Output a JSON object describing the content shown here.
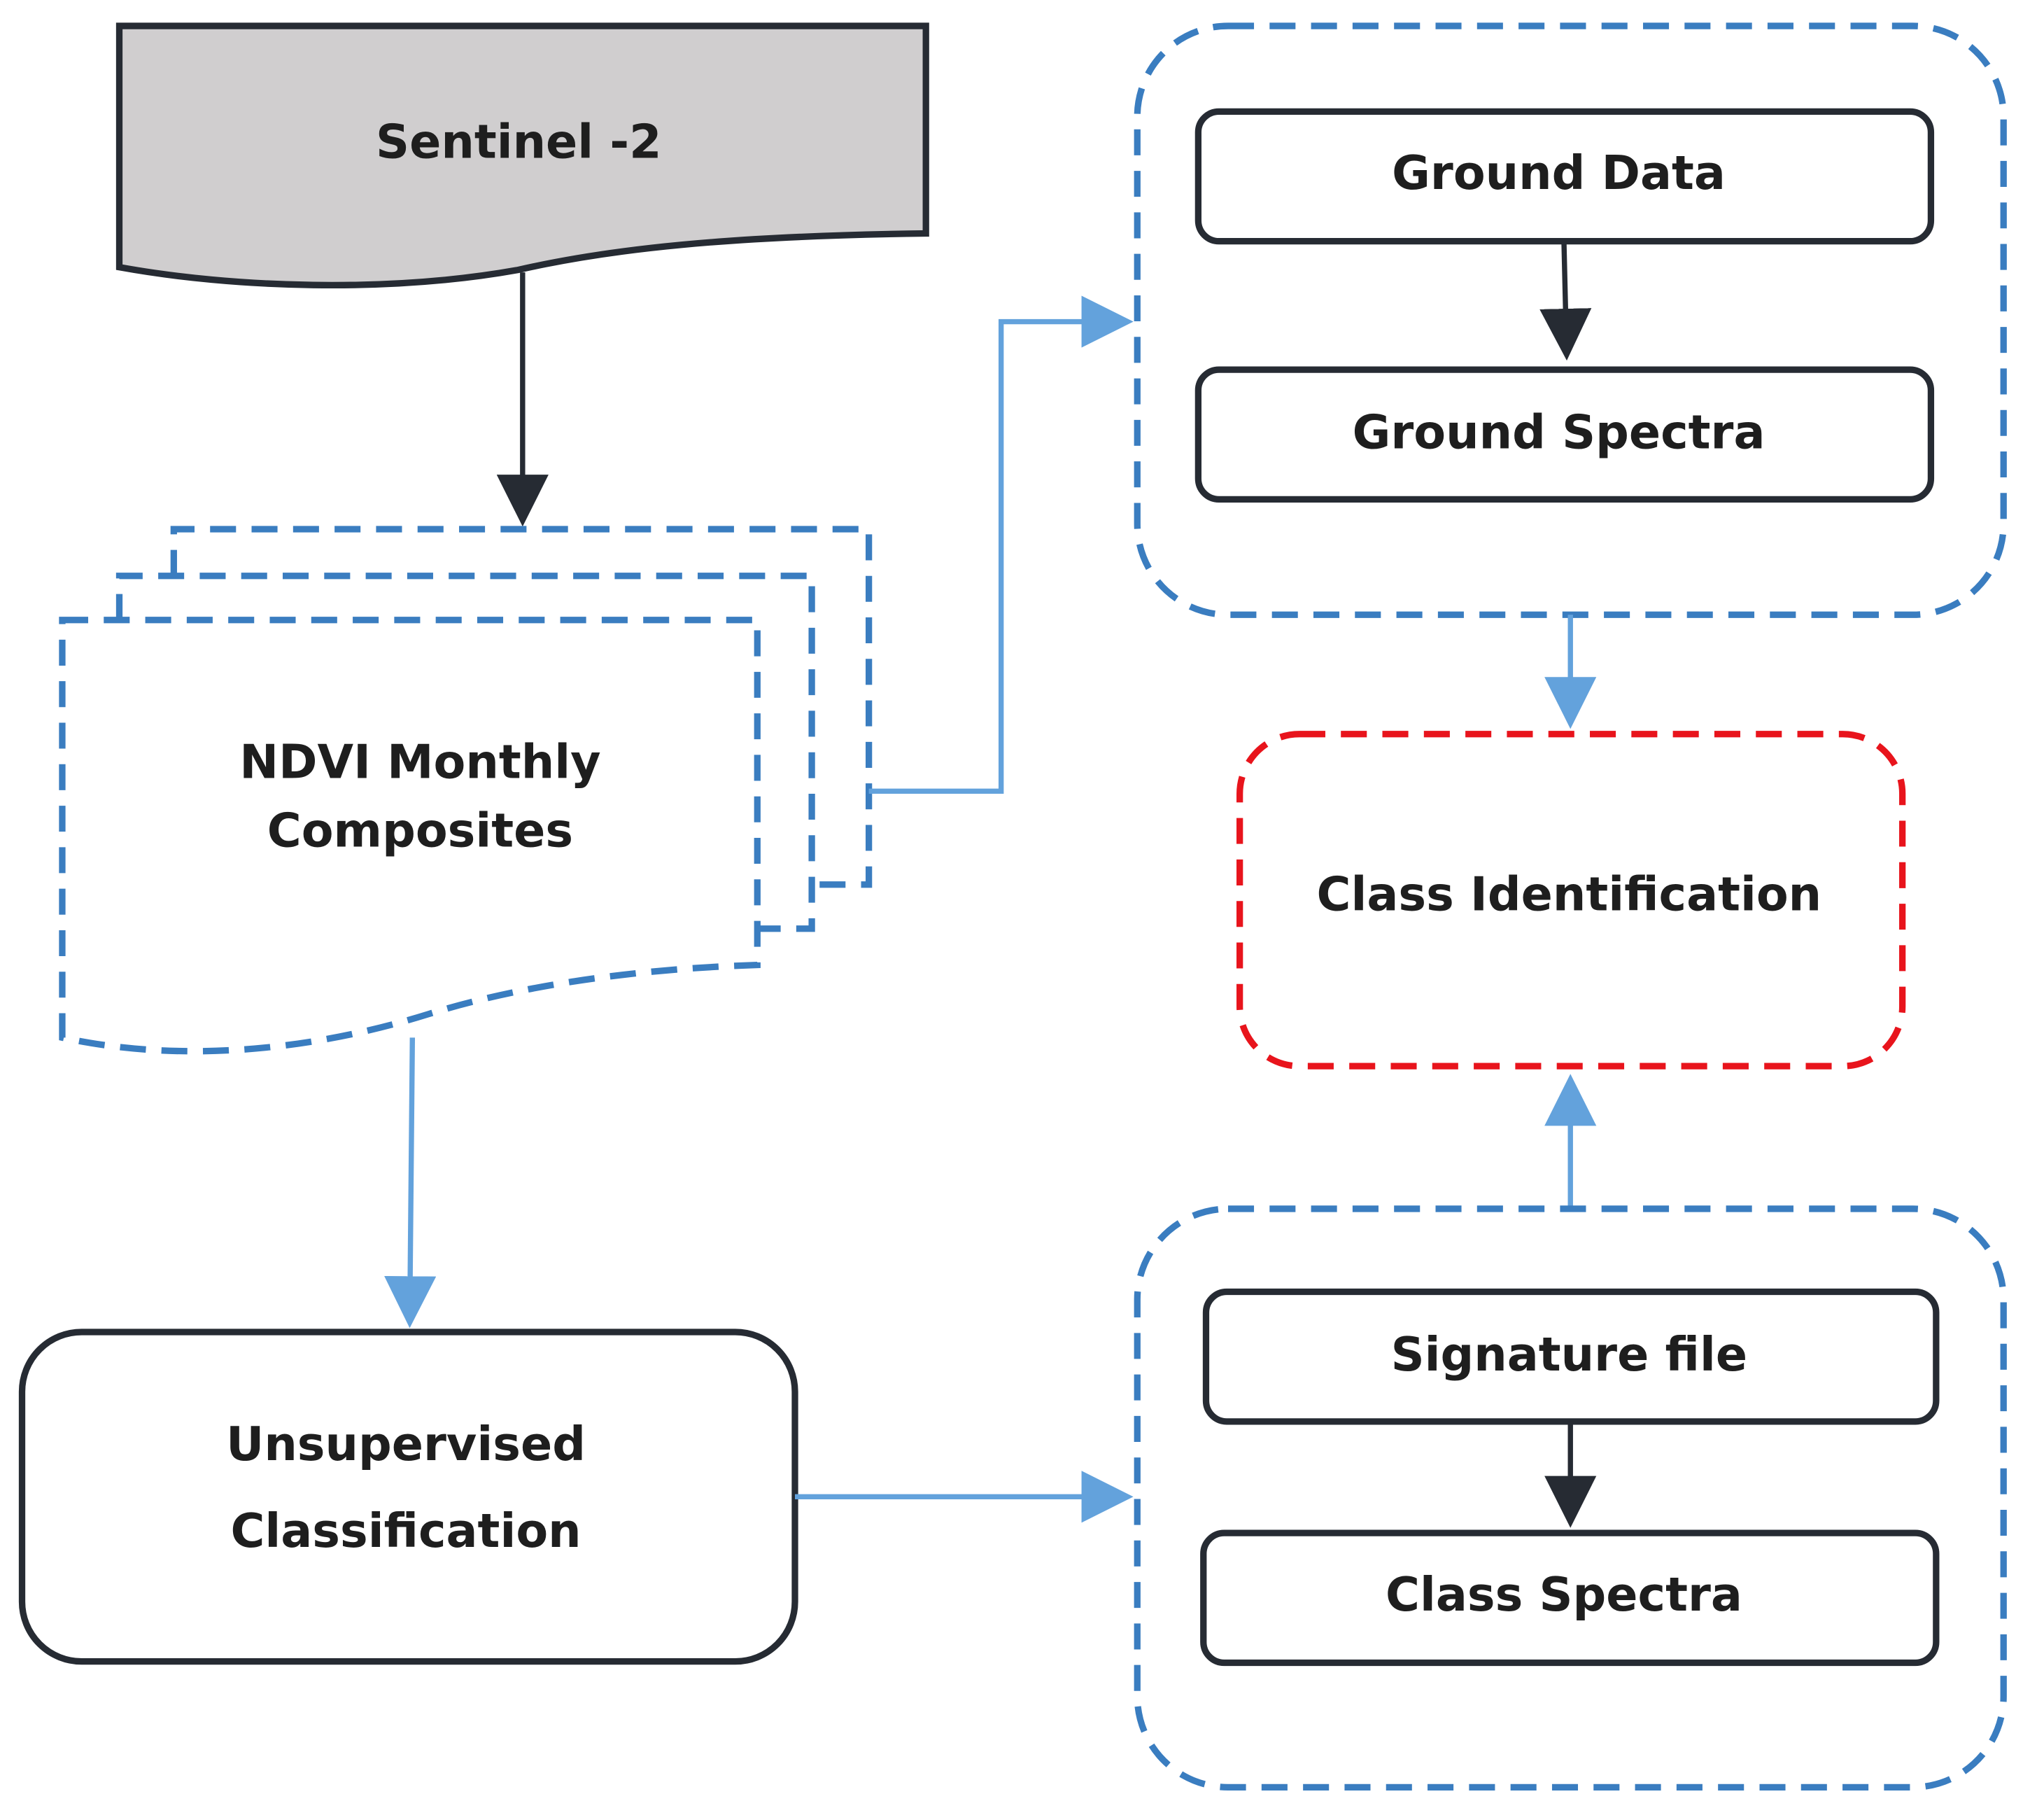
{
  "nodes": {
    "sentinel": {
      "label": "Sentinel -2"
    },
    "ndvi": {
      "line1": "NDVI Monthly",
      "line2": "Composites"
    },
    "unsupervised": {
      "line1": "Unsupervised",
      "line2": "Classification"
    },
    "ground_data": {
      "label": "Ground Data"
    },
    "ground_spectra": {
      "label": "Ground Spectra"
    },
    "class_identification": {
      "label": "Class Identification"
    },
    "signature_file": {
      "label": "Signature file"
    },
    "class_spectra": {
      "label": "Class Spectra"
    }
  },
  "colors": {
    "dark_stroke": "#262b33",
    "blue_dashed": "#3a7dc0",
    "light_blue_arrow": "#63a2dc",
    "red_dashed": "#e8141c",
    "sentinel_fill": "#d0cecf",
    "text": "#1e1e1e"
  }
}
